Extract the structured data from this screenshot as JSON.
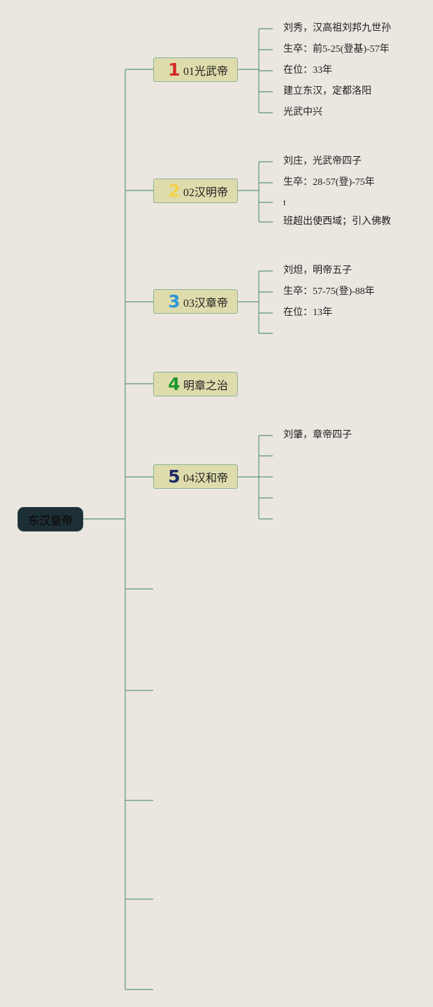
{
  "root": {
    "label": "东汉皇帝"
  },
  "branches": [
    {
      "num": "1",
      "color": "#d42a26",
      "label": "01光武帝",
      "children": [
        "刘秀，汉高祖刘邦九世孙",
        "生卒：前5-25(登基)-57年",
        "在位：33年",
        "建立东汉，定都洛阳",
        "光武中兴"
      ]
    },
    {
      "num": "2",
      "color": "#f4d24a",
      "label": "02汉明帝",
      "children": [
        "刘庄，光武帝四子",
        "生卒：28-57(登)-75年",
        "t",
        "班超出使西域；引入佛教"
      ]
    },
    {
      "num": "3",
      "color": "#2e97d6",
      "label": "03汉章帝",
      "children": [
        "刘炟，明帝五子",
        "生卒：57-75(登)-88年",
        "在位：13年",
        ""
      ]
    },
    {
      "num": "4",
      "color": "#1b9a2b",
      "label": "明章之治",
      "children": []
    },
    {
      "num": "5",
      "color": "#1e2a66",
      "label": "04汉和帝",
      "children": [
        "刘肇，章帝四子",
        "",
        "",
        "",
        ""
      ]
    }
  ],
  "colors": {
    "line": "#5e9478",
    "branch_fill": "#dedcac",
    "root_fill": "#1c2f36"
  }
}
